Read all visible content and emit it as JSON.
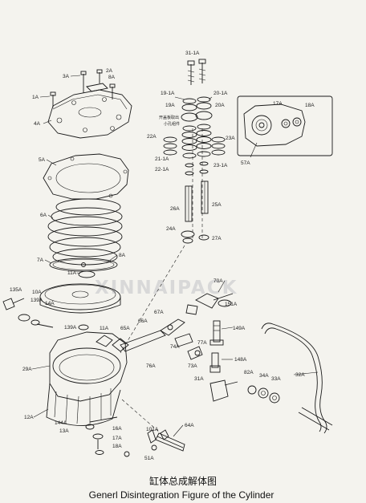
{
  "watermark": "XINNAIPACK",
  "caption": {
    "chinese": "缸体总成解体图",
    "english": "Generl Disintegration  Figure of the Cylinder"
  },
  "labels": {
    "l_31_1a": "31-1A",
    "l_2a": "2A",
    "l_3a": "3A",
    "l_8a_top": "8A",
    "l_1a": "1A",
    "l_4a": "4A",
    "l_19_1a": "19-1A",
    "l_20_1a": "20-1A",
    "l_19a": "19A",
    "l_20a": "20A",
    "l_22a": "22A",
    "l_23a": "23A",
    "l_21_1a": "21-1A",
    "l_22_1a": "22-1A",
    "l_23_1a": "23-1A",
    "l_26a": "26A",
    "l_25a": "25A",
    "l_24a": "24A",
    "l_27a": "27A",
    "l_17a_inset": "17A",
    "l_18a_inset": "18A",
    "l_57a": "57A",
    "l_5a": "5A",
    "l_6a": "6A",
    "l_7a": "7A",
    "l_8a_mid": "8A",
    "l_11a_mid": "11A",
    "l_135a": "135A",
    "l_10a": "10A",
    "l_139a": "139A",
    "l_14a": "14A",
    "l_139a_b": "139A",
    "l_11a_b": "11A",
    "l_70a": "70A",
    "l_151a": "151A",
    "l_67a": "67A",
    "l_65a": "65A",
    "l_66a": "66A",
    "l_77a": "77A",
    "l_74a": "74A",
    "l_73a": "73A",
    "l_76a": "76A",
    "l_149a": "149A",
    "l_148a": "148A",
    "l_29a": "29A",
    "l_31a": "31A",
    "l_82a": "82A",
    "l_34a": "34A",
    "l_33a": "33A",
    "l_32a": "32A",
    "l_12a": "12A",
    "l_144a": "144A",
    "l_13a": "13A",
    "l_16a": "16A",
    "l_17a_b": "17A",
    "l_18a_b": "18A",
    "l_64a": "64A",
    "l_51a": "51A",
    "l_101a": "101A",
    "chinese_note_1": "开盖板取出",
    "chinese_note_2": "小孔组件"
  }
}
